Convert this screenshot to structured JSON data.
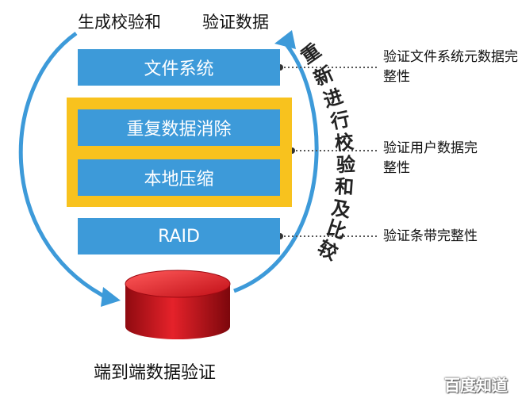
{
  "top_left_label": "生成校验和",
  "top_right_label": "验证数据",
  "layers": [
    {
      "label": "文件系统"
    },
    {
      "label": "重复数据消除"
    },
    {
      "label": "本地压缩"
    },
    {
      "label": "RAID"
    }
  ],
  "annotations": [
    {
      "text": "验证文件系统元数据完整性"
    },
    {
      "text": "验证用户数据完整性"
    },
    {
      "text": "验证条带完整性"
    }
  ],
  "side_label": "重新进行校验和及比较",
  "bottom_caption": "端到端数据验证",
  "watermark": "百度知道",
  "colors": {
    "layer_fill": "#3d9ad9",
    "group_frame": "#f8c21e",
    "arc": "#3d9ad9",
    "cylinder": "#c8101a",
    "connector": "#555555"
  },
  "icons": [
    "arrow-head-icon",
    "database-cylinder-icon",
    "connector-dot-icon"
  ]
}
